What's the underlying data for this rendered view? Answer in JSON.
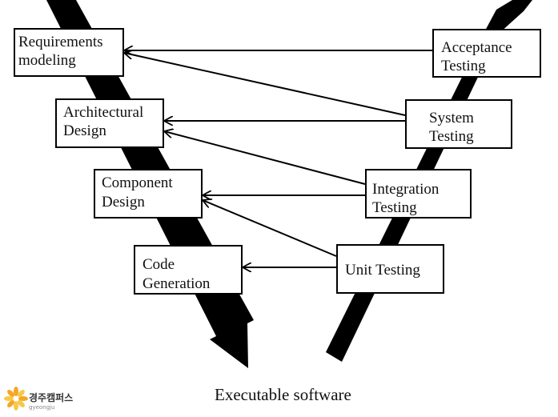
{
  "left_boxes": [
    {
      "id": "requirements",
      "lines": [
        "Requirements",
        "modeling"
      ]
    },
    {
      "id": "architectural",
      "lines": [
        "Architectural",
        "Design"
      ]
    },
    {
      "id": "component",
      "lines": [
        "Component",
        "Design"
      ]
    },
    {
      "id": "code",
      "lines": [
        "Code",
        "Generation"
      ]
    }
  ],
  "right_boxes": [
    {
      "id": "acceptance",
      "lines": [
        "Acceptance",
        "Testing"
      ]
    },
    {
      "id": "system",
      "lines": [
        "System",
        "Testing"
      ]
    },
    {
      "id": "integration",
      "lines": [
        "Integration",
        "Testing"
      ]
    },
    {
      "id": "unit",
      "lines": [
        "Unit Testing"
      ]
    }
  ],
  "caption": "Executable software",
  "logo": {
    "text": "경주캠퍼스",
    "sub": "gyeongju",
    "colors": [
      "#f5a623",
      "#f7c948",
      "#e8e8e8"
    ]
  },
  "arrow_color": "#000000"
}
